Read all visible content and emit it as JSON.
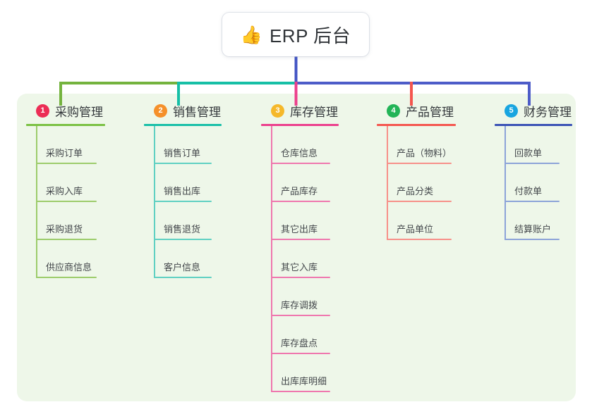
{
  "diagram": {
    "root": {
      "icon": "thumbs-up-emoji",
      "emoji": "👍",
      "title": "ERP 后台"
    },
    "palette": {
      "panel_bg": "#eef7e9",
      "trunk": "#4355c4",
      "bar_green": "#74b33e",
      "bar_teal": "#17bfa6",
      "bar_blue": "#4d5cc8",
      "drop_green": "#74b33e",
      "drop_teal": "#17bfa6",
      "drop_pink": "#ec3f8c",
      "drop_red": "#f4564e",
      "drop_blue": "#4d5cc8"
    },
    "columns": [
      {
        "index": "1",
        "title": "采购管理",
        "badge_color": "#ec2d55",
        "line_color": "#7ac143",
        "leaf_line_color": "#9ccc6b",
        "items": [
          "采购订单",
          "采购入库",
          "采购退货",
          "供应商信息"
        ]
      },
      {
        "index": "2",
        "title": "销售管理",
        "badge_color": "#f5902a",
        "line_color": "#18bfa8",
        "leaf_line_color": "#5fd0c2",
        "items": [
          "销售订单",
          "销售出库",
          "销售退货",
          "客户信息"
        ]
      },
      {
        "index": "3",
        "title": "库存管理",
        "badge_color": "#f5b82a",
        "line_color": "#ec3f8c",
        "leaf_line_color": "#ef77ae",
        "items": [
          "仓库信息",
          "产品库存",
          "其它出库",
          "其它入库",
          "库存调拨",
          "库存盘点",
          "出库库明细"
        ]
      },
      {
        "index": "4",
        "title": "产品管理",
        "badge_color": "#22b457",
        "line_color": "#f4564e",
        "leaf_line_color": "#f79089",
        "items": [
          "产品（物料）",
          "产品分类",
          "产品单位"
        ]
      },
      {
        "index": "5",
        "title": "财务管理",
        "badge_color": "#18a5e0",
        "line_color": "#3a52b5",
        "leaf_line_color": "#8ca3d8",
        "items": [
          "回款单",
          "付款单",
          "结算账户"
        ]
      }
    ]
  }
}
